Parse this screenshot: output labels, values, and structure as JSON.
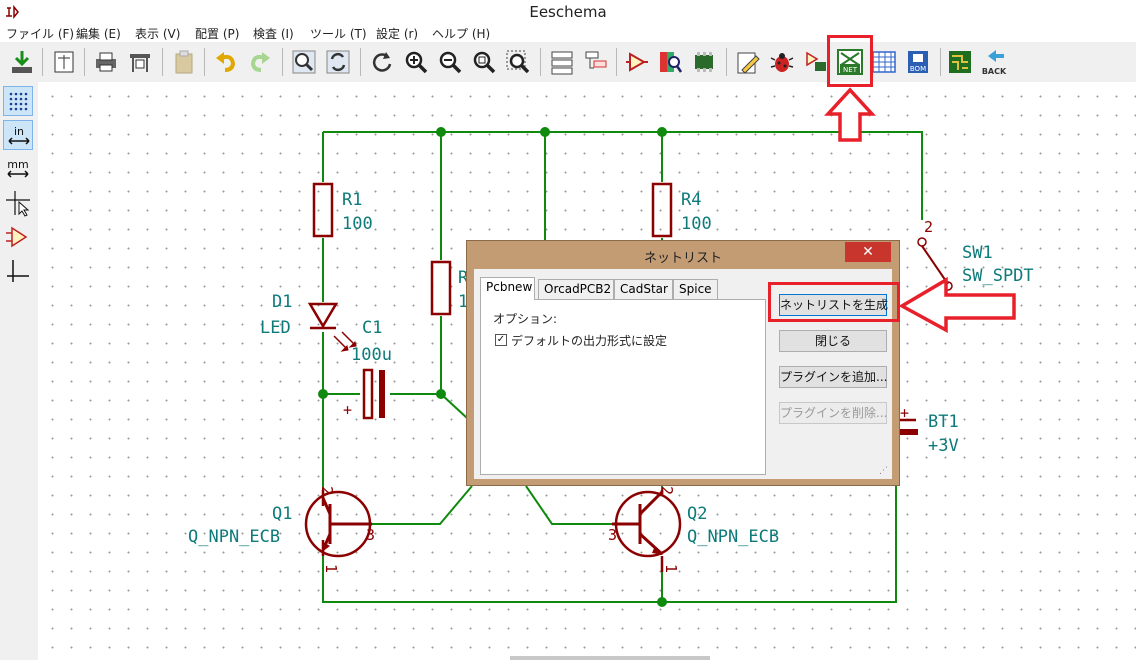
{
  "window": {
    "title": "Eeschema"
  },
  "menu": [
    "ファイル (F)",
    "編集 (E)",
    "表示 (V)",
    "配置 (P)",
    "検査 (I)",
    "ツール (T)",
    "設定 (r)",
    "ヘルプ (H)"
  ],
  "toolbar": {
    "icons": [
      "save-icon",
      "page-settings-icon",
      "print-icon",
      "plot-icon",
      "paste-icon",
      "undo-icon",
      "redo-icon",
      "find-icon",
      "find-replace-icon",
      "refresh-icon",
      "zoom-in-icon",
      "zoom-out-icon",
      "zoom-fit-icon",
      "zoom-selection-icon",
      "hierarchy-navigator-icon",
      "leave-sheet-icon",
      "library-editor-icon",
      "library-browser-icon",
      "footprint-editor-icon",
      "annotate-icon",
      "erc-icon",
      "assign-footprints-icon",
      "netlist-icon",
      "bom-table-icon",
      "bom-icon",
      "pcbnew-icon",
      "back-icon"
    ],
    "netlist_label": "NET",
    "bom_label": "BOM",
    "back_label": "BACK"
  },
  "left_toolbar": {
    "units_in": "in",
    "units_mm": "mm"
  },
  "schematic": {
    "r1_ref": "R1",
    "r1_val": "100",
    "r4_ref": "R4",
    "r4_val": "100",
    "r_partial": "R",
    "r_partial_val": "1",
    "d1_ref": "D1",
    "d1_val": "LED",
    "c1_ref": "C1",
    "c1_val": "100u",
    "c1_plus": "+",
    "sw1_ref": "SW1",
    "sw1_val": "SW_SPDT",
    "sw1_pin": "2",
    "bt1_ref": "BT1",
    "bt1_val": "+3V",
    "bt1_plus": "+",
    "q1_ref": "Q1",
    "q1_val": "Q_NPN_ECB",
    "q2_ref": "Q2",
    "q2_val": "Q_NPN_ECB",
    "q1_pins": [
      "2",
      "3",
      "1"
    ],
    "q2_pins": [
      "2",
      "3",
      "1"
    ],
    "colors": {
      "wire": "#0f8a0f",
      "component": "#8b0000",
      "text": "#0e7a7a",
      "highlight": "#e8202a"
    }
  },
  "dialog": {
    "title": "ネットリスト",
    "close": "✕",
    "tabs": [
      "Pcbnew",
      "OrcadPCB2",
      "CadStar",
      "Spice"
    ],
    "active_tab": "Pcbnew",
    "options_label": "オプション:",
    "checkbox_label": "デフォルトの出力形式に設定",
    "checkbox_checked": true,
    "checkbox_mark": "✓",
    "buttons": {
      "generate": "ネットリストを生成",
      "close": "閉じる",
      "add_plugin": "プラグインを追加...",
      "remove_plugin": "プラグインを削除..."
    },
    "grip": "⋰"
  }
}
